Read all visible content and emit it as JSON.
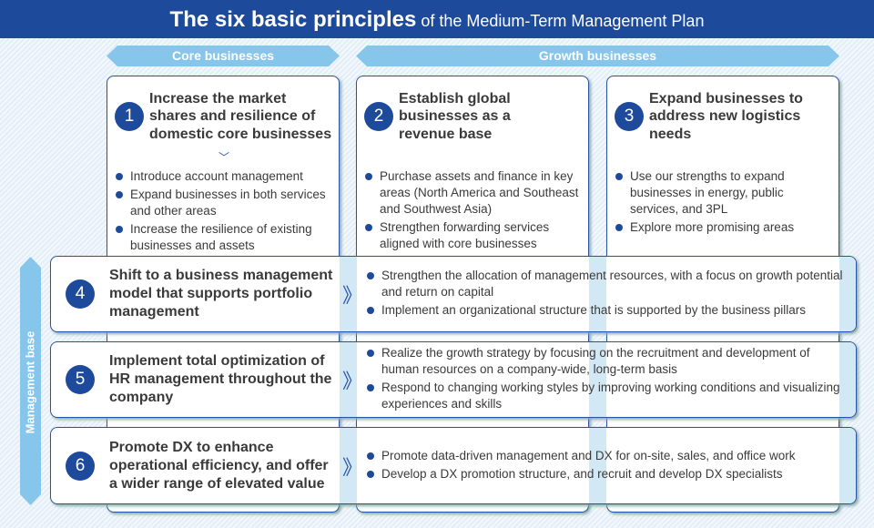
{
  "title": {
    "bold": "The six basic principles",
    "rest": " of the Medium-Term Management Plan"
  },
  "bands": {
    "core": "Core businesses",
    "growth": "Growth businesses",
    "management": "Management base"
  },
  "principles": [
    {
      "num": "1",
      "title": "Increase the market shares and resilience of domestic core businesses",
      "bullets": [
        "Introduce account management",
        "Expand businesses in both services and other areas",
        "Increase the resilience of existing businesses and assets"
      ]
    },
    {
      "num": "2",
      "title": "Establish global businesses as a revenue base",
      "bullets": [
        "Purchase assets and finance in key areas (North America and Southeast and Southwest Asia)",
        "Strengthen forwarding services aligned with core businesses"
      ]
    },
    {
      "num": "3",
      "title": "Expand businesses to address new logistics needs",
      "bullets": [
        "Use our strengths to expand businesses in energy, public services, and 3PL",
        "Explore more promising areas"
      ]
    },
    {
      "num": "4",
      "title": "Shift to a business management model that supports portfolio management",
      "bullets": [
        "Strengthen the allocation of management resources, with a focus on growth potential and return on capital",
        "Implement an organizational structure that is supported by the business pillars"
      ]
    },
    {
      "num": "5",
      "title": "Implement total optimization of HR management throughout the company",
      "bullets": [
        "Realize the growth strategy by focusing on the recruitment and development of human resources on a company-wide, long-term basis",
        "Respond to changing working styles by improving working conditions and visualizing experiences and skills"
      ]
    },
    {
      "num": "6",
      "title": "Promote DX to enhance operational efficiency, and offer a wider range of elevated value",
      "bullets": [
        "Promote data-driven management and DX for on-site, sales, and office work",
        "Develop a DX promotion structure, and recruit and develop DX specialists"
      ]
    }
  ]
}
